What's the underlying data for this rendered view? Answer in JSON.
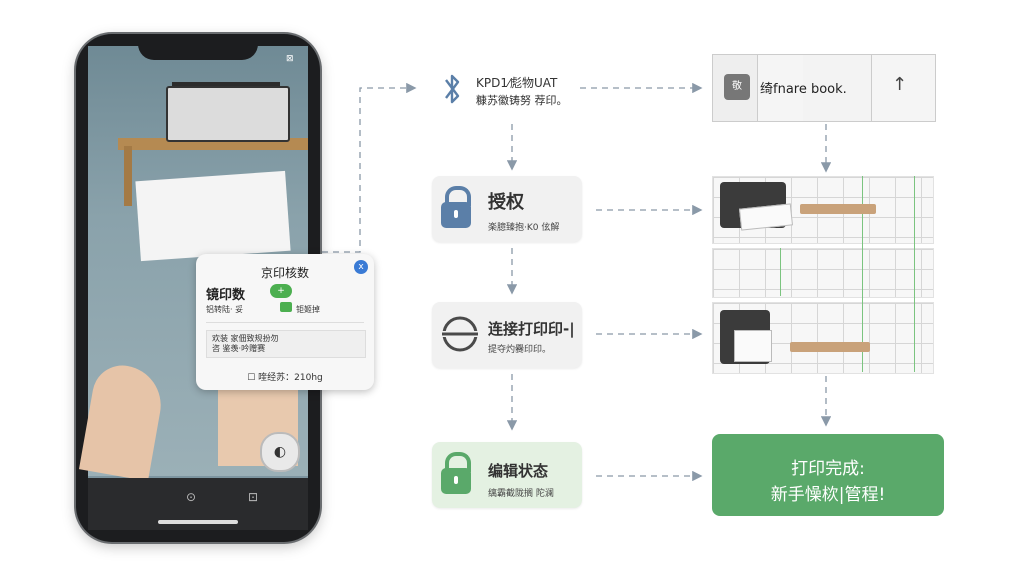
{
  "phone": {
    "status_right": "⊠",
    "card": {
      "title": "京印核数",
      "close": "x",
      "heading": "镜印数",
      "pill": "+",
      "sub_left": "铝转陆· 妥",
      "sub_right": "钜姬掉",
      "box_text": "欢装 家佃致规扮勿\n咨 鉴羡·吟赠赛",
      "footer": "☐ 喹经苏：210hg"
    },
    "fab": "◐",
    "bottom_icons": [
      "⊙",
      "⊡"
    ]
  },
  "flow": {
    "bluetooth": {
      "icon": "bluetooth-icon",
      "line1": "KPD1⁄彪物UAT",
      "line2": "糠苏徽铸努 荐印。"
    },
    "auth": {
      "title": "授权",
      "sub": "楽臆臻抱·K0 伭解"
    },
    "connect": {
      "title": "连接打印印-|",
      "sub": "提夺灼爨印印。"
    },
    "edit": {
      "title": "编辑状态",
      "sub": "缡霸截陇搁 陀澜"
    }
  },
  "right": {
    "topbar": {
      "icon_label": "敬",
      "text": "绮fnare book.",
      "arrow": "↑"
    },
    "done": {
      "line1": "打印完成:",
      "line2": "新手懆栨|管程!"
    }
  },
  "colors": {
    "accent": "#5aa96a",
    "blue": "#5b7fa8",
    "arrow": "#8a99a8"
  }
}
